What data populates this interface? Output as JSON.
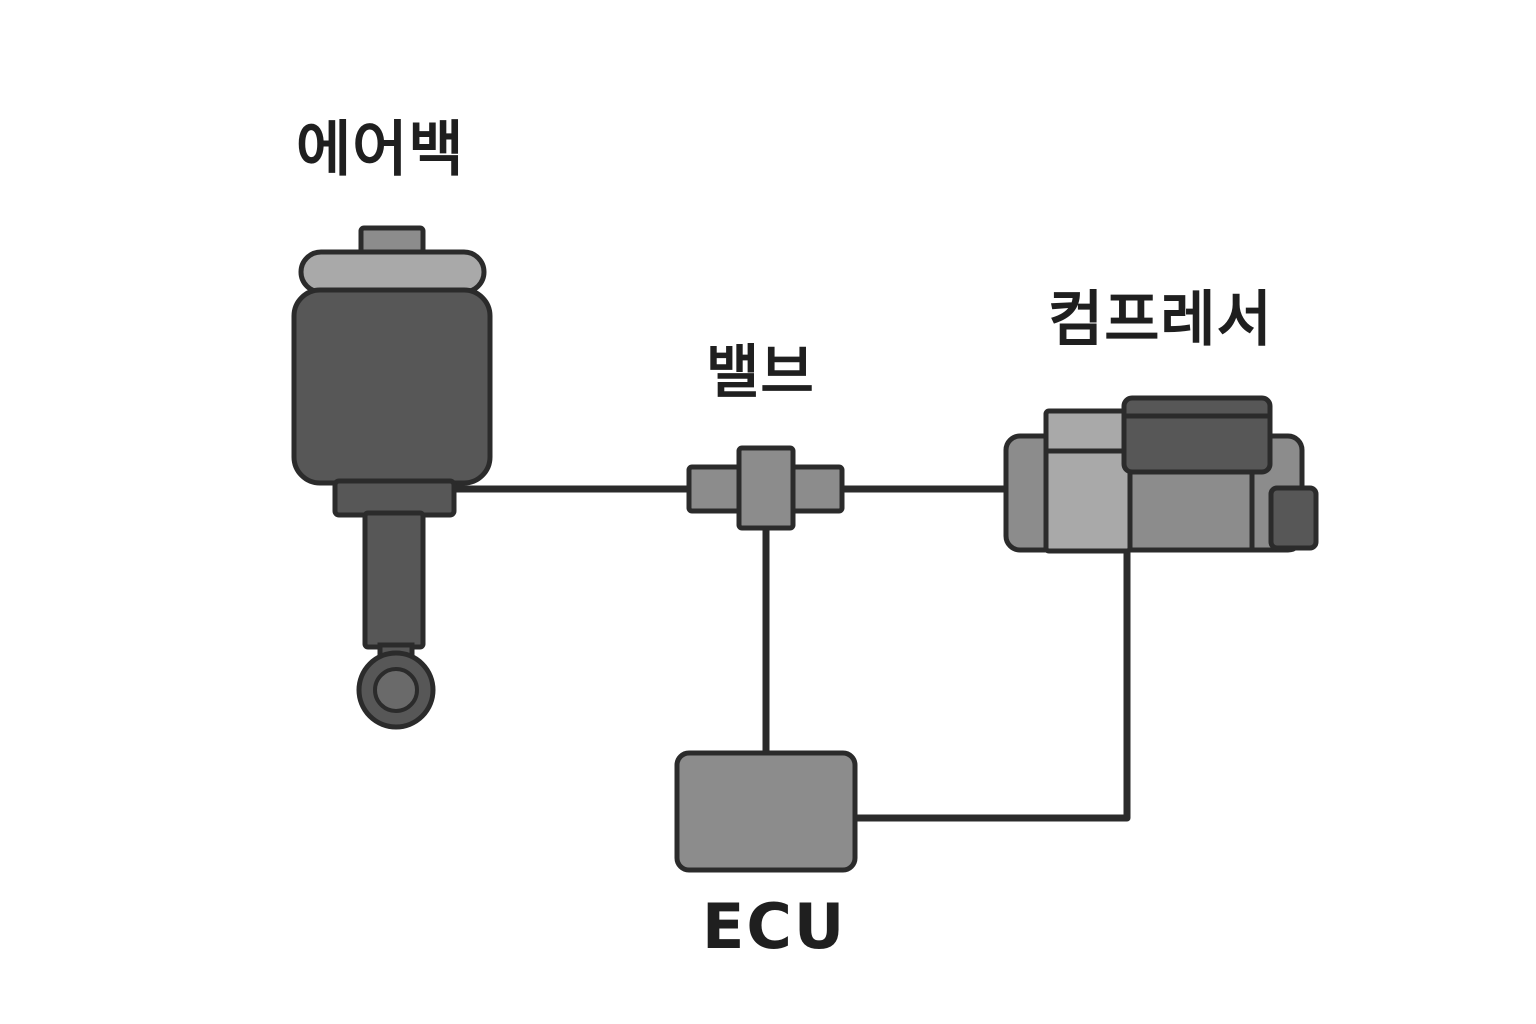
{
  "labels": {
    "airbag": "에어백",
    "valve": "밸브",
    "compressor": "컴프레서",
    "ecu": "ECU"
  },
  "components": [
    {
      "id": "airbag",
      "icon": "air-spring-icon"
    },
    {
      "id": "valve",
      "icon": "valve-icon"
    },
    {
      "id": "compressor",
      "icon": "compressor-icon"
    },
    {
      "id": "ecu",
      "icon": "control-unit-box"
    }
  ],
  "connections": [
    {
      "from": "airbag",
      "to": "valve"
    },
    {
      "from": "valve",
      "to": "compressor"
    },
    {
      "from": "valve",
      "to": "ecu"
    },
    {
      "from": "ecu",
      "to": "compressor"
    }
  ],
  "colors": {
    "outline": "#2b2b2b",
    "dark_fill": "#575757",
    "mid_fill": "#8c8c8c",
    "light_fill": "#a9a9a9",
    "text": "#1f1f1f"
  }
}
